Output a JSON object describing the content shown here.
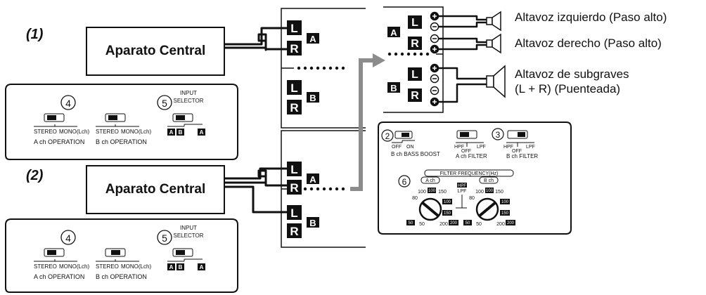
{
  "sections": [
    {
      "label": "(1)",
      "central_unit": "Aparato Central"
    },
    {
      "label": "(2)",
      "central_unit": "Aparato Central"
    }
  ],
  "amp_panel": {
    "switch4_number": "4",
    "switch5_number": "5",
    "input_selector": [
      "INPUT",
      "SELECTOR"
    ],
    "stereo": "STEREO",
    "mono": "MONO(Lch)",
    "a_operation": "A ch OPERATION",
    "b_operation": "B ch OPERATION",
    "sel_a": "A",
    "sel_b": "B"
  },
  "channels": {
    "left": "L",
    "right": "R",
    "a": "A",
    "b": "B"
  },
  "speakers": [
    "Altavoz izquierdo (Paso alto)",
    "Altavoz derecho (Paso alto)",
    "Altavoz de subgraves",
    "(L + R) (Puenteada)"
  ],
  "filter_panel": {
    "n2": "2",
    "n3": "3",
    "n6": "6",
    "off": "OFF",
    "on": "ON",
    "hpf": "HPF",
    "lpf": "LPF",
    "bass_boost": "B ch BASS BOOST",
    "a_filter": "A ch FILTER",
    "b_filter": "B ch FILTER",
    "filter_frequency": "FILTER FREQUENCY(Hz)",
    "a_ch": "A ch",
    "b_ch": "B ch",
    "dial_outer": [
      "50",
      "80",
      "100",
      "150",
      "200"
    ],
    "dial_inner": [
      "50",
      "100",
      "150",
      "200"
    ]
  }
}
